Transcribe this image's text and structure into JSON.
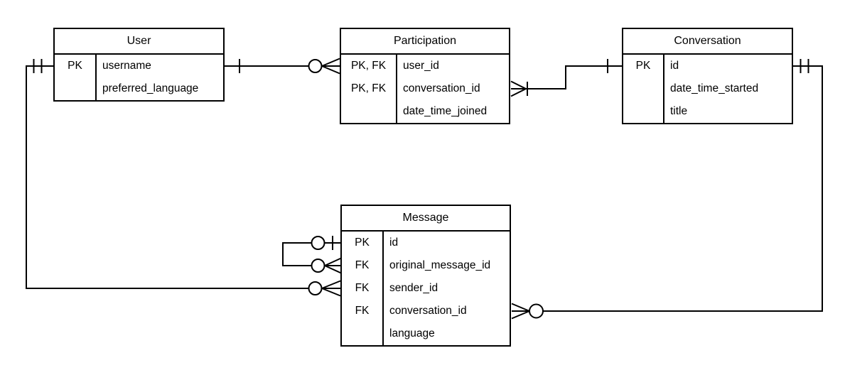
{
  "diagram": {
    "kind": "entity-relationship-diagram",
    "background_color": "#ffffff",
    "line_color": "#000000",
    "entities": [
      {
        "name": "User",
        "rows": [
          {
            "key": "PK",
            "attr": "username"
          },
          {
            "key": "",
            "attr": "preferred_language"
          }
        ]
      },
      {
        "name": "Participation",
        "rows": [
          {
            "key": "PK, FK",
            "attr": "user_id"
          },
          {
            "key": "PK, FK",
            "attr": "conversation_id"
          },
          {
            "key": "",
            "attr": "date_time_joined"
          }
        ]
      },
      {
        "name": "Conversation",
        "rows": [
          {
            "key": "PK",
            "attr": "id"
          },
          {
            "key": "",
            "attr": "date_time_started"
          },
          {
            "key": "",
            "attr": "title"
          }
        ]
      },
      {
        "name": "Message",
        "rows": [
          {
            "key": "PK",
            "attr": "id"
          },
          {
            "key": "FK",
            "attr": "original_message_id"
          },
          {
            "key": "FK",
            "attr": "sender_id"
          },
          {
            "key": "FK",
            "attr": "conversation_id"
          },
          {
            "key": "",
            "attr": "language"
          }
        ]
      }
    ],
    "relationships": [
      {
        "from_entity": "User",
        "from_attribute": "username",
        "to_entity": "Participation",
        "to_attribute": "user_id",
        "from_symbol": "one",
        "to_symbol": "zero-or-many"
      },
      {
        "from_entity": "Participation",
        "from_attribute": "conversation_id",
        "to_entity": "Conversation",
        "to_attribute": "id",
        "from_symbol": "one-or-many",
        "to_symbol": "one"
      },
      {
        "from_entity": "Conversation",
        "from_attribute": "id",
        "to_entity": "Message",
        "to_attribute": "conversation_id",
        "from_symbol": "exactly-one",
        "to_symbol": "zero-or-many"
      },
      {
        "from_entity": "User",
        "from_attribute": "username",
        "to_entity": "Message",
        "to_attribute": "sender_id",
        "from_symbol": "exactly-one",
        "to_symbol": "zero-or-many"
      },
      {
        "from_entity": "Message",
        "from_attribute": "id",
        "to_entity": "Message",
        "to_attribute": "original_message_id",
        "from_symbol": "zero-or-one",
        "to_symbol": "zero-or-many"
      }
    ]
  }
}
